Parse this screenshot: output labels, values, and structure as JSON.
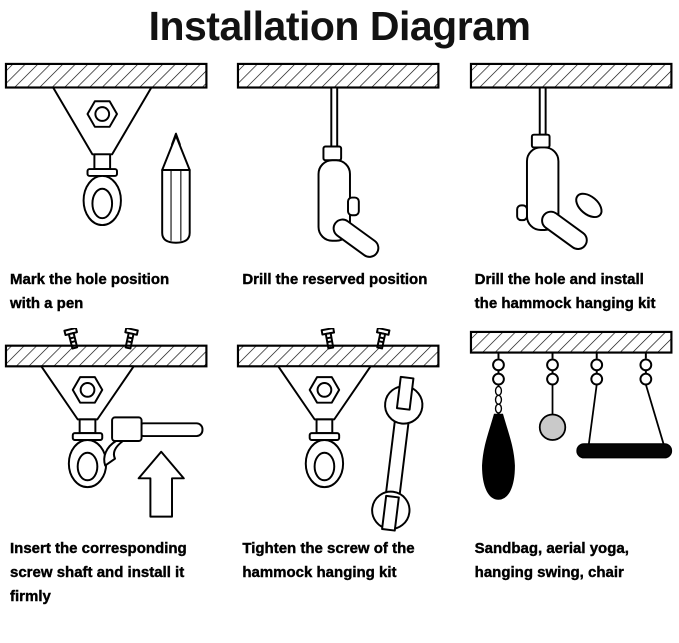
{
  "title": "Installation Diagram",
  "colors": {
    "sandbag": "#000000",
    "ball": "#c9c9c9",
    "swing": "#060606"
  },
  "panels": [
    {
      "caption": "Mark the hole position\nwith a pen"
    },
    {
      "caption": "Drill the reserved position"
    },
    {
      "caption": "Drill the hole and install\nthe hammock hanging kit"
    },
    {
      "caption": "Insert the corresponding\nscrew shaft and install it\nfirmly"
    },
    {
      "caption": "Tighten the screw of the\nhammock hanging kit"
    },
    {
      "caption": "Sandbag, aerial yoga,\nhanging swing, chair"
    }
  ]
}
